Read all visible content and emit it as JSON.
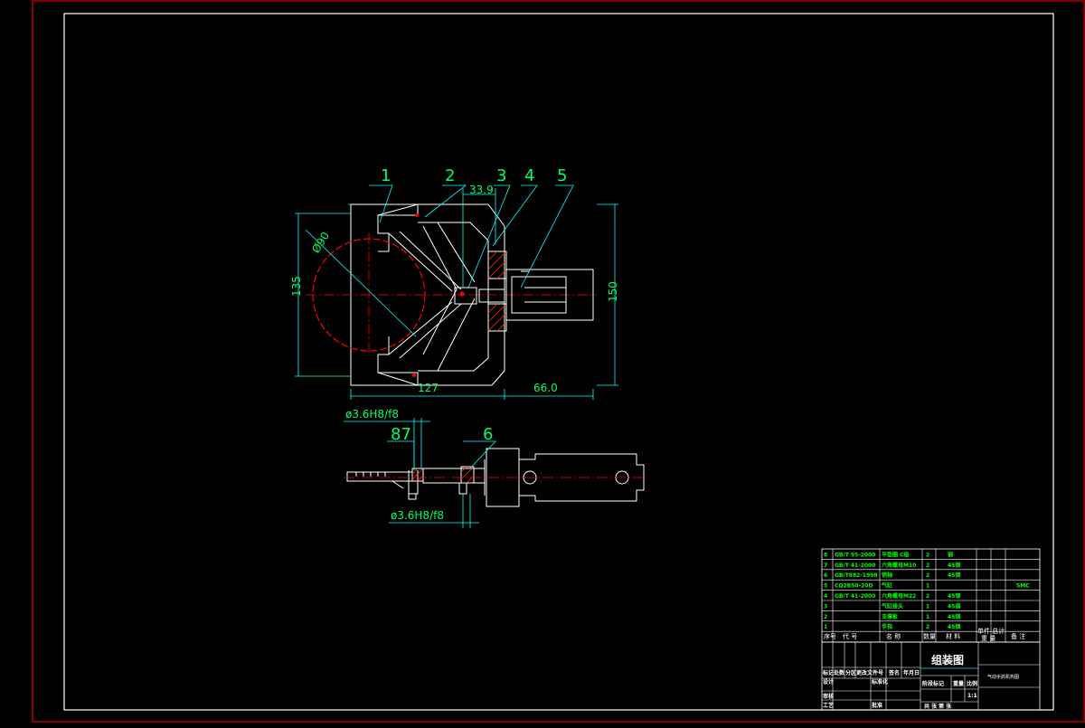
{
  "drawing": {
    "dimensions": {
      "d33_9": "33.9",
      "phi90": "Ø90",
      "d135": "135",
      "d150": "150",
      "d127": "127",
      "d66": "66.0",
      "fit1": "ø3.6H8/f8",
      "d87": "87",
      "fit2": "ø3.6H8/f8"
    },
    "balloons": [
      "1",
      "2",
      "3",
      "4",
      "5",
      "6"
    ]
  },
  "bom": {
    "rows": [
      {
        "no": "8",
        "code": "GB/T 95-2000",
        "name": "平垫圈 C级",
        "qty": "2",
        "material": "钢",
        "note": ""
      },
      {
        "no": "7",
        "code": "GB/T 41-2000",
        "name": "六角螺母M10",
        "qty": "2",
        "material": "45钢",
        "note": ""
      },
      {
        "no": "6",
        "code": "GB/T882-1998",
        "name": "销轴",
        "qty": "2",
        "material": "45钢",
        "note": ""
      },
      {
        "no": "5",
        "code": "CQ2B50-20D",
        "name": "气缸",
        "qty": "1",
        "material": "",
        "note": "SMC"
      },
      {
        "no": "4",
        "code": "GB/T 41-2000",
        "name": "六角螺母M22",
        "qty": "2",
        "material": "45钢",
        "note": ""
      },
      {
        "no": "3",
        "code": "",
        "name": "气缸接头",
        "qty": "1",
        "material": "45钢",
        "note": ""
      },
      {
        "no": "2",
        "code": "",
        "name": "支撑板",
        "qty": "1",
        "material": "45钢",
        "note": ""
      },
      {
        "no": "1",
        "code": "",
        "name": "手指",
        "qty": "2",
        "material": "45钢",
        "note": ""
      }
    ],
    "headers": {
      "no": "序号",
      "code": "代  号",
      "name": "名  称",
      "qty": "数量",
      "material": "材  料",
      "weight": "单件 总计",
      "weight_sub": "重  量",
      "note": "备  注"
    }
  },
  "title_block": {
    "drawing_name": "组装图",
    "subtitle": "气动手抓机构图",
    "labels": {
      "mark": "标记",
      "count": "处数",
      "zone": "分区",
      "change": "更改文件号",
      "sign": "签名",
      "date": "年月日",
      "design": "设计",
      "std": "标准化",
      "stage": "阶段标记",
      "weight": "重量",
      "scale": "比例",
      "review": "审核",
      "process": "工艺",
      "approve": "批准",
      "sheet": "共 张 第 张",
      "scale_val": "1:1"
    }
  },
  "colors": {
    "frame": "#ff0000",
    "outline": "#ffffff",
    "dimension": "#00ffff",
    "dimtext": "#00ff66",
    "center": "#ff0000",
    "hatch": "#ff3300",
    "title_line": "#00e5ff"
  }
}
